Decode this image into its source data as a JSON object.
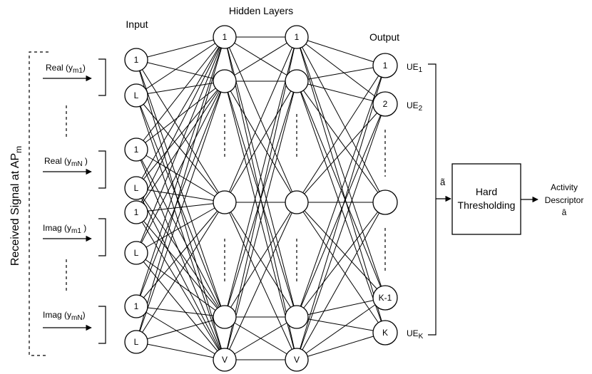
{
  "headers": {
    "input": "Input",
    "hidden": "Hidden Layers",
    "output": "Output"
  },
  "side_label": {
    "base": "Received Signal at AP",
    "sub": "m"
  },
  "signals": [
    {
      "base": "Real (y",
      "sub": "m1",
      "end": ")"
    },
    {
      "base": "Real (y",
      "sub": "mN",
      "end": " )"
    },
    {
      "base": "Imag (y",
      "sub": "m1",
      "end": " )"
    },
    {
      "base": "Imag (y",
      "sub": "mN",
      "end": ")"
    }
  ],
  "input_nodes": [
    "1",
    "L",
    "1",
    "L",
    "1",
    "L",
    "1",
    "L"
  ],
  "hidden1_nodes": [
    "1",
    "",
    "",
    "",
    "V"
  ],
  "hidden2_nodes": [
    "1",
    "",
    "",
    "",
    "V"
  ],
  "output_nodes": [
    "1",
    "2",
    "",
    "K-1",
    "K"
  ],
  "ue_labels": [
    {
      "base": "UE",
      "sub": "1"
    },
    {
      "base": "UE",
      "sub": "2"
    },
    {
      "base": "UE",
      "sub": "K"
    }
  ],
  "a_tilde": "ã",
  "threshold": {
    "line1": "Hard",
    "line2": "Thresholding"
  },
  "descriptor": {
    "line1": "Activity",
    "line2": "Descriptor",
    "line3": "â"
  }
}
